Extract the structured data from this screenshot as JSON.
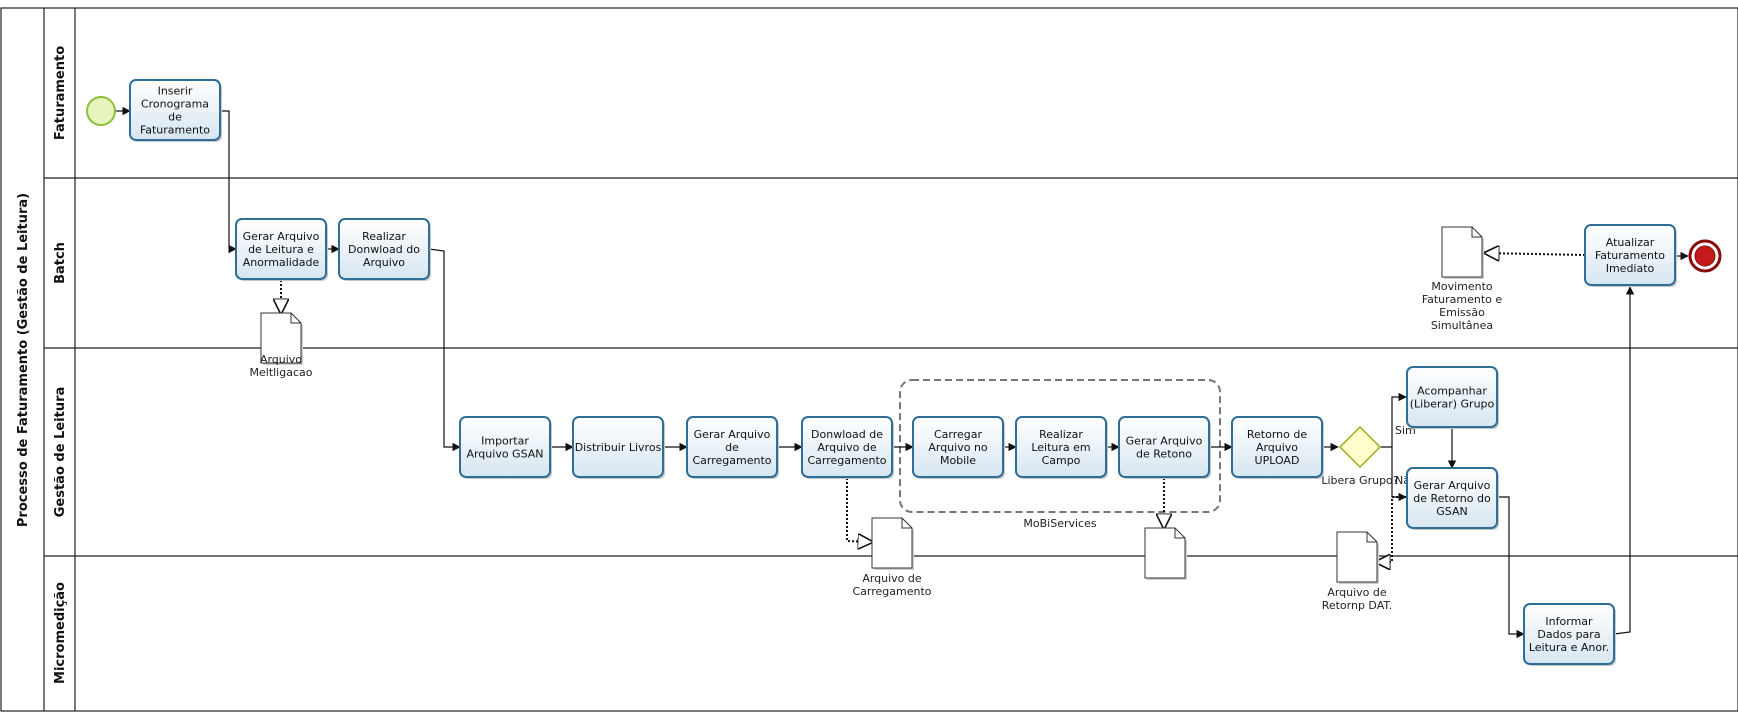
{
  "pool": {
    "title": "Processo de Faturamento (Gestão de Leitura)"
  },
  "lanes": [
    {
      "id": "faturamento",
      "label": "Faturamento"
    },
    {
      "id": "batch",
      "label": "Batch"
    },
    {
      "id": "gestao",
      "label": "Gestão de Leitura"
    },
    {
      "id": "micromedicao",
      "label": "Micromedição"
    }
  ],
  "tasks": [
    {
      "id": "t-inserir",
      "lines": [
        "Inserir",
        "Cronograma",
        "de",
        "Faturamento"
      ]
    },
    {
      "id": "t-gerar-leitura",
      "lines": [
        "Gerar Arquivo",
        "de Leitura e",
        "Anormalidade"
      ]
    },
    {
      "id": "t-download",
      "lines": [
        "Realizar",
        "Donwload  do",
        "Arquivo"
      ]
    },
    {
      "id": "t-atualizar",
      "lines": [
        "Atualizar",
        "Faturamento",
        "Imediato"
      ]
    },
    {
      "id": "t-importar",
      "lines": [
        "Importar",
        "Arquivo  GSAN"
      ]
    },
    {
      "id": "t-distribuir",
      "lines": [
        "Distribuir Livros"
      ]
    },
    {
      "id": "t-gerar-carreg",
      "lines": [
        "Gerar Arquivo",
        "de",
        "Carregamento"
      ]
    },
    {
      "id": "t-download-carreg",
      "lines": [
        "Donwload de",
        "Arquivo de",
        "Carregamento"
      ]
    },
    {
      "id": "t-carregar-mobile",
      "lines": [
        "Carregar",
        "Arquivo no",
        "Mobile"
      ]
    },
    {
      "id": "t-realizar-leitura",
      "lines": [
        "Realizar",
        "Leitura  em",
        "Campo"
      ]
    },
    {
      "id": "t-gerar-retono",
      "lines": [
        "Gerar Arquivo",
        "de Retono"
      ]
    },
    {
      "id": "t-retorno-upload",
      "lines": [
        "Retorno de",
        "Arquivo",
        "UPLOAD"
      ]
    },
    {
      "id": "t-acompanhar",
      "lines": [
        "Acompanhar",
        "(Liberar) Grupo"
      ]
    },
    {
      "id": "t-gerar-retorno-gsan",
      "lines": [
        "Gerar Arquivo",
        "de Retorno do",
        "GSAN"
      ]
    },
    {
      "id": "t-informar",
      "lines": [
        "Informar",
        "Dados para",
        "Leitura e Anor."
      ]
    }
  ],
  "documents": [
    {
      "id": "d-meltligacao",
      "lines": [
        "Arquivo",
        "Meltligacao"
      ]
    },
    {
      "id": "d-movimento",
      "lines": [
        "Movimento",
        "Faturamento e",
        "Emissão",
        "Simultânea"
      ]
    },
    {
      "id": "d-carregamento",
      "lines": [
        "Arquivo de",
        "Carregamento"
      ]
    },
    {
      "id": "d-retono",
      "lines": []
    },
    {
      "id": "d-retornp",
      "lines": [
        "Arquivo de",
        "Retornp DAT."
      ]
    }
  ],
  "group": {
    "label": "MoBiServices"
  },
  "gateway": {
    "label": "Libera Grupo?",
    "yes_label": "Sim",
    "no_label": "Não"
  },
  "colors": {
    "task_stroke": "#2f6e96",
    "task_fill_top": "#ffffff",
    "task_fill_bottom": "#dce8f2",
    "start_fill": "#e3f5b8",
    "start_stroke": "#8fbf3a",
    "end_fill": "#c01010",
    "end_stroke": "#8a0a0a",
    "gateway_fill": "#ffffcc",
    "gateway_stroke": "#a7b93a",
    "lane_line": "#222222"
  }
}
